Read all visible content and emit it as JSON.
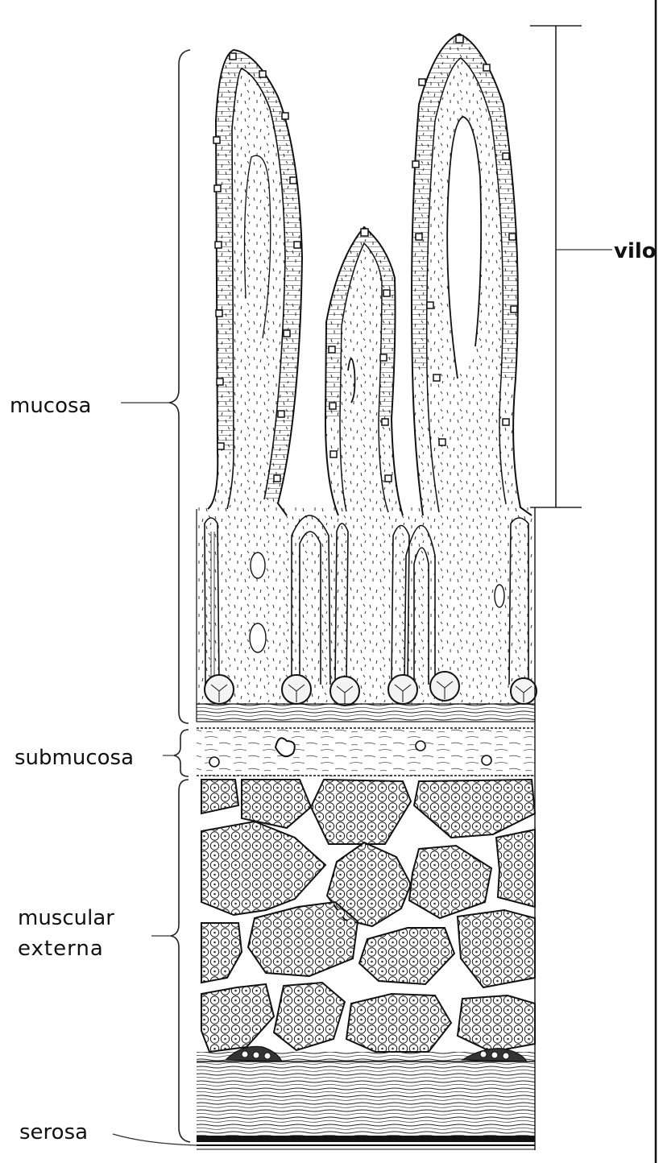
{
  "diagram": {
    "labels": {
      "mucosa": "mucosa",
      "submucosa": "submucosa",
      "muscular_line1": "muscular",
      "muscular_line2": "externa",
      "serosa": "serosa",
      "vilo": "vilo"
    }
  }
}
